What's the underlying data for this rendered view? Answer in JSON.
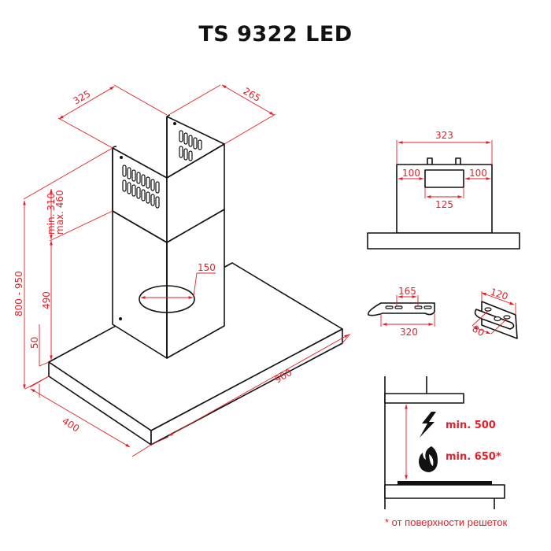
{
  "title": "TS 9322 LED",
  "colors": {
    "dimension": "#e3202a",
    "outline": "#111111",
    "background": "#ffffff"
  },
  "isometric_view": {
    "dimensions": {
      "chimney_depth": "325",
      "chimney_width": "265",
      "chimney_top_adjust_min": "min. 310",
      "chimney_top_adjust_max": "max. 460",
      "lower_chimney_height": "490",
      "total_height": "800 - 950",
      "canopy_thickness": "50",
      "canopy_depth": "400",
      "canopy_width": "900",
      "duct_diameter": "150"
    }
  },
  "front_view": {
    "dimensions": {
      "chimney_width": "323",
      "left_margin": "100",
      "right_margin": "100",
      "opening_width": "125"
    }
  },
  "bracket_long": {
    "dimensions": {
      "hole_spacing": "165",
      "length": "320"
    }
  },
  "bracket_corner": {
    "dimensions": {
      "width": "120",
      "depth": "80"
    }
  },
  "installation": {
    "electric_icon": "lightning-icon",
    "gas_icon": "flame-icon",
    "electric_min": "min. 500",
    "gas_min": "min. 650*",
    "footnote": "* от поверхности решеток"
  }
}
